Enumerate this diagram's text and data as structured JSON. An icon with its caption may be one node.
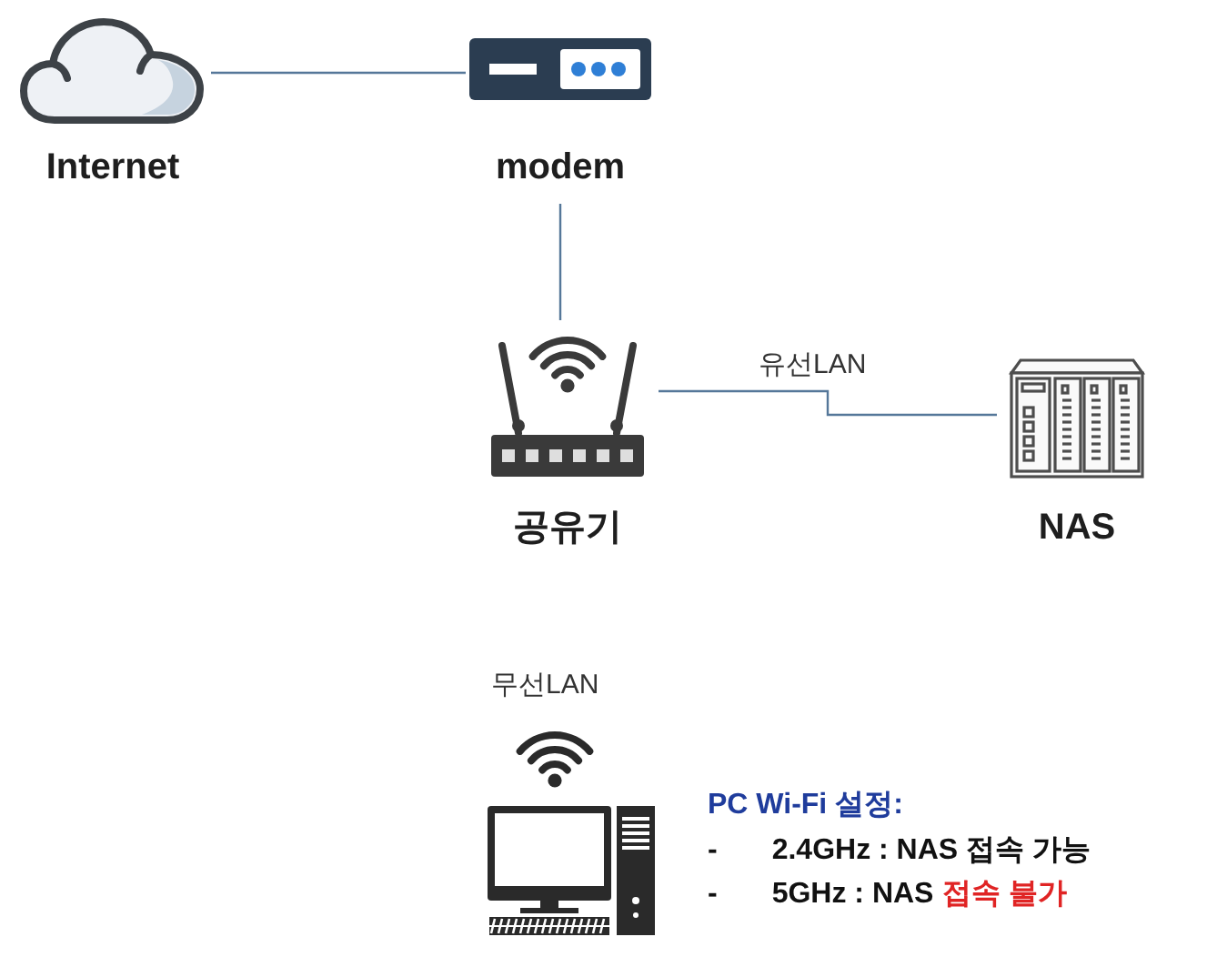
{
  "diagram": {
    "nodes": [
      {
        "text": [
          "Internet"
        ]
      },
      {
        "text": [
          "modem"
        ]
      },
      {
        "text": [
          "공유기"
        ]
      },
      {
        "text": [
          "NAS"
        ]
      },
      {
        "text": [],
        "shape": "picture",
        "beside": [
          "무선LAN"
        ]
      }
    ],
    "edges": [
      {
        "from": 0,
        "to": 1,
        "arrow": "none"
      },
      {
        "from": 1,
        "to": 2,
        "arrow": "none"
      },
      {
        "from": 2,
        "to": 3,
        "arrow": "none",
        "label": "유선LAN"
      }
    ],
    "labels": [
      "PC Wi-Fi 설정:",
      "-",
      "2.4GHz : NAS 접속 가능",
      "-",
      "5GHz : NAS",
      "접속 불가"
    ]
  }
}
